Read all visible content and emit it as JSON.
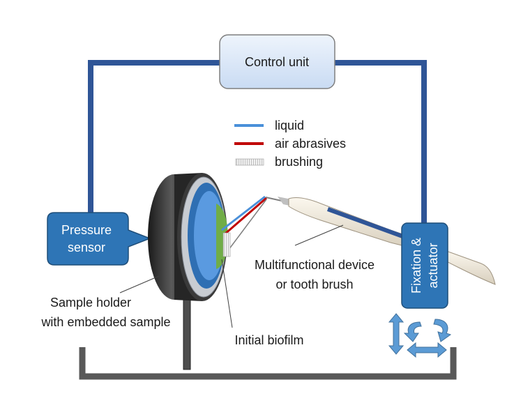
{
  "control_unit": {
    "label": "Control unit"
  },
  "legend": {
    "items": [
      {
        "label": "liquid",
        "color": "#4a90d9"
      },
      {
        "label": "air abrasives",
        "color": "#c00000"
      },
      {
        "label": "brushing",
        "color": "#d9d9d9"
      }
    ]
  },
  "pressure_sensor": {
    "line1": "Pressure",
    "line2": "sensor"
  },
  "sample_holder": {
    "line1": "Sample holder",
    "line2": "with embedded sample"
  },
  "biofilm": {
    "label": "Initial biofilm"
  },
  "device": {
    "line1": "Multifunctional device",
    "line2": "or tooth brush"
  },
  "actuator": {
    "line1": "Fixation &",
    "line2": "actuator"
  },
  "colors": {
    "wire": "#2f5597",
    "box_fill": "#2e75b6",
    "box_border": "#1f4e79",
    "control_fill": "#dae8fc",
    "frame": "#595959",
    "biofilm": "#70ad47",
    "arrow": "#5b9bd5"
  }
}
